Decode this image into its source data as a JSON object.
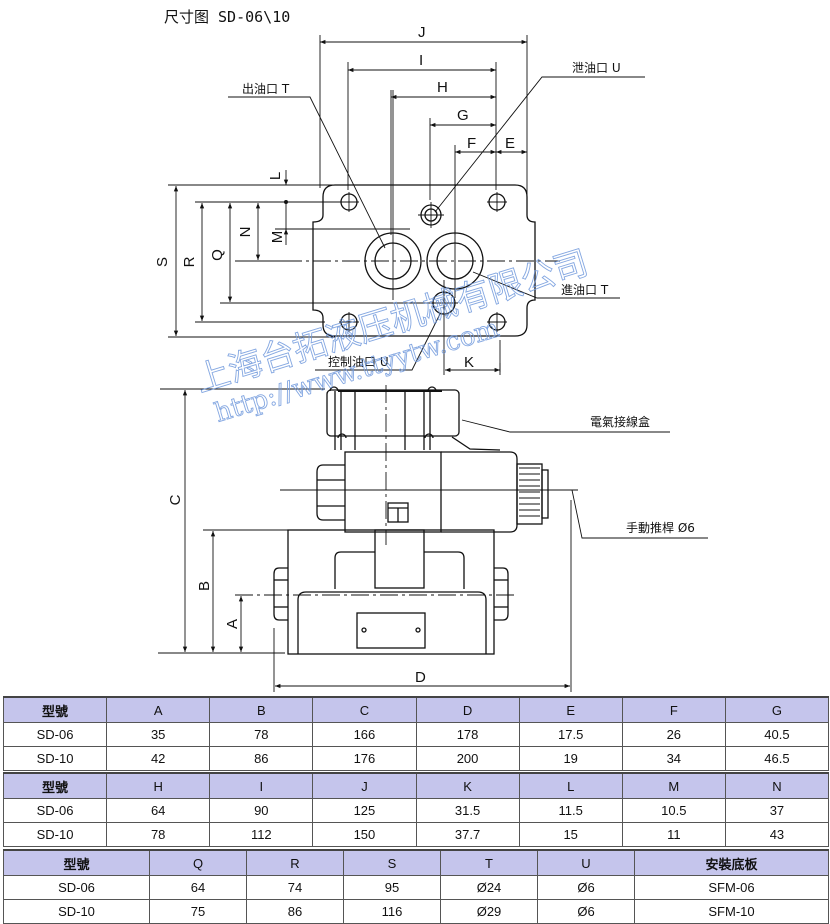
{
  "title": "尺寸图 SD-06\\10",
  "drawing": {
    "dimension_letters": {
      "J": "J",
      "I": "I",
      "H": "H",
      "G": "G",
      "F": "F",
      "E": "E",
      "L": "L",
      "M": "M",
      "N": "N",
      "Q": "Q",
      "R": "R",
      "S": "S",
      "K": "K",
      "C": "C",
      "B": "B",
      "A": "A",
      "D": "D"
    },
    "labels": {
      "outlet_port": "出油口 T",
      "drain_port": "泄油口 U",
      "inlet_port": "進油口 T",
      "control_port": "控制油口 U",
      "junction_box": "電氣接線盒",
      "manual_pushrod": "手動推桿 Ø6"
    },
    "watermark": {
      "company": "上海台拓液压机械有限公司",
      "url": "http://www.ttyytw.com"
    }
  },
  "tables": [
    {
      "headers": [
        "型號",
        "A",
        "B",
        "C",
        "D",
        "E",
        "F",
        "G"
      ],
      "rows": [
        [
          "SD-06",
          "35",
          "78",
          "166",
          "178",
          "17.5",
          "26",
          "40.5"
        ],
        [
          "SD-10",
          "42",
          "86",
          "176",
          "200",
          "19",
          "34",
          "46.5"
        ]
      ]
    },
    {
      "headers": [
        "型號",
        "H",
        "I",
        "J",
        "K",
        "L",
        "M",
        "N"
      ],
      "rows": [
        [
          "SD-06",
          "64",
          "90",
          "125",
          "31.5",
          "11.5",
          "10.5",
          "37"
        ],
        [
          "SD-10",
          "78",
          "112",
          "150",
          "37.7",
          "15",
          "11",
          "43"
        ]
      ]
    },
    {
      "headers": [
        "型號",
        "Q",
        "R",
        "S",
        "T",
        "U",
        "安裝底板"
      ],
      "rows": [
        [
          "SD-06",
          "64",
          "74",
          "95",
          "Ø24",
          "Ø6",
          "SFM-06"
        ],
        [
          "SD-10",
          "75",
          "86",
          "116",
          "Ø29",
          "Ø6",
          "SFM-10"
        ]
      ]
    }
  ]
}
